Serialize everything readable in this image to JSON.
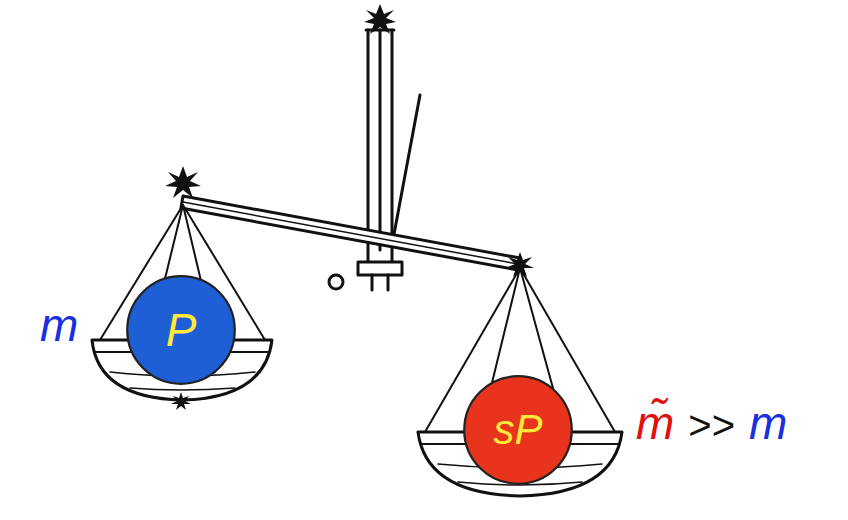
{
  "diagram": {
    "nodes": [
      {
        "text": [
          "P"
        ]
      },
      {
        "text": [
          "sP"
        ]
      }
    ],
    "labels": [
      "m",
      "m̃",
      ">>",
      "m"
    ]
  }
}
